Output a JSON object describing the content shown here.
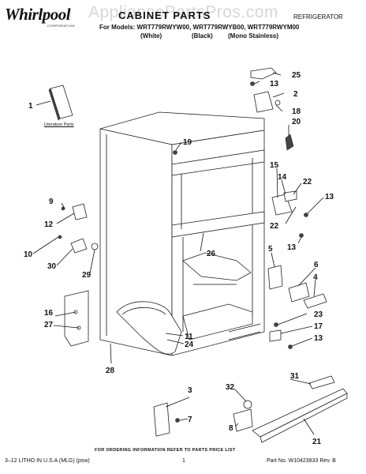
{
  "header": {
    "brand": "Whirlpool",
    "brand_sub": "CORPORATION",
    "watermark": "AppliancePartsPros.com",
    "title": "CABINET PARTS",
    "category": "REFRIGERATOR",
    "models_line": "For Models: WRT779RWYW00, WRT779RWYB00, WRT779RWYM00",
    "variants": [
      "(White)",
      "(Black)",
      "(Mono Stainless)"
    ]
  },
  "callouts": [
    "1",
    "2",
    "3",
    "4",
    "5",
    "6",
    "7",
    "8",
    "9",
    "10",
    "11",
    "12",
    "13",
    "13",
    "13",
    "13",
    "14",
    "15",
    "16",
    "17",
    "18",
    "19",
    "20",
    "21",
    "22",
    "22",
    "23",
    "24",
    "25",
    "26",
    "27",
    "28",
    "29",
    "30",
    "31",
    "32"
  ],
  "literature_label": "Literature Parts",
  "footer": {
    "ordering_note": "FOR ORDERING INFORMATION REFER TO PARTS PRICE LIST",
    "left": "3–12 LITHO IN U.S.A (MLG) (psw)",
    "page": "1",
    "part_no": "Part No. W10423833 Rev. B"
  }
}
